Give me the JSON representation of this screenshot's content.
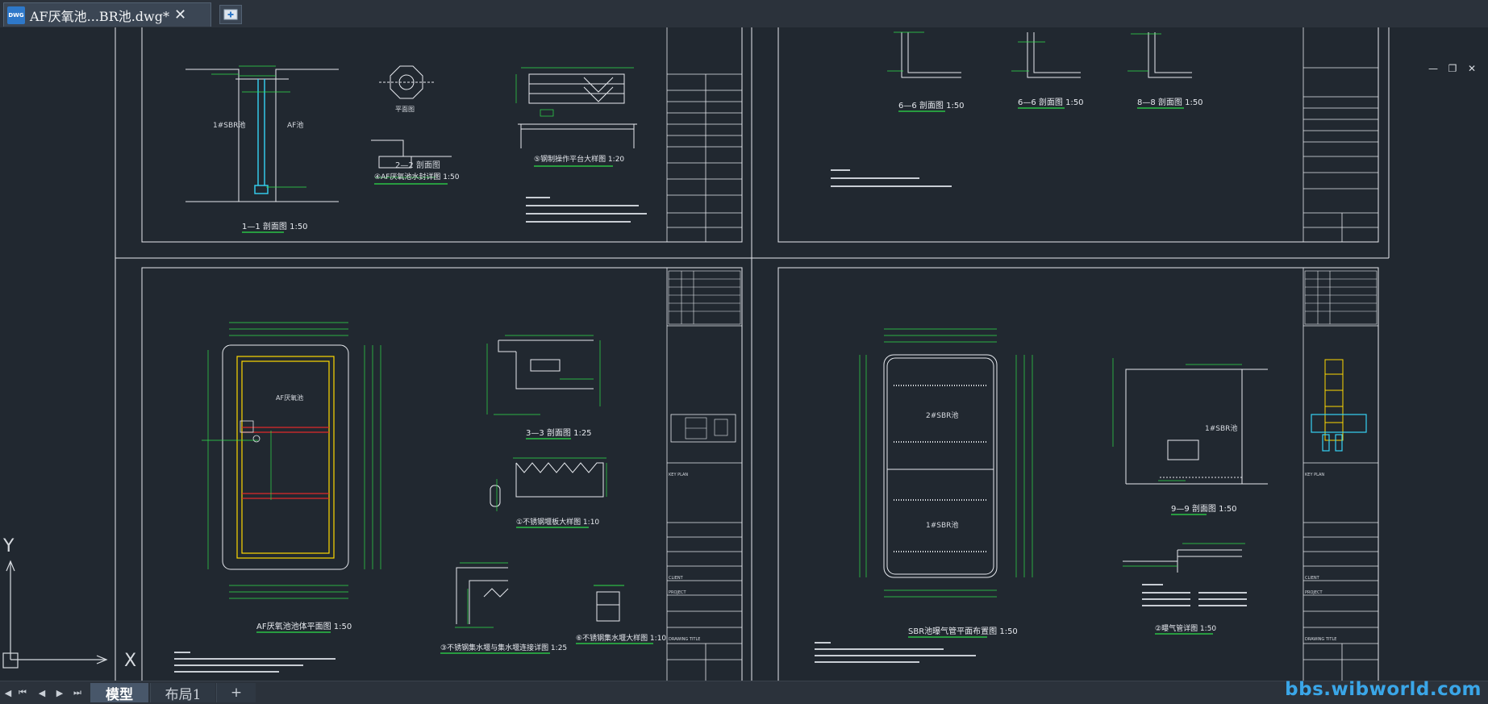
{
  "tab": {
    "icon_label": "DWG",
    "title": "AF厌氧池...BR池.dwg*",
    "close_symbol": "✕"
  },
  "window_controls": {
    "minimize": "—",
    "restore": "❐",
    "close": "✕"
  },
  "ucs": {
    "x_label": "X",
    "y_label": "Y"
  },
  "layout_tabs": [
    {
      "label": "模型",
      "active": true
    },
    {
      "label": "布局1",
      "active": false
    }
  ],
  "add_layout_symbol": "+",
  "nav": {
    "first": "⏮",
    "prev": "◀",
    "next": "▶",
    "last": "⏭",
    "left_arrow": "◀"
  },
  "watermark": "bbs.wibworld.com",
  "drawing_titles": {
    "sec_1_1": "1—1 剖面图 1:50",
    "sec_2_2": "2—2 剖面图",
    "detail_4": "④AF厌氧池水封详图 1:50",
    "detail_5": "⑤钢制操作平台大样图 1:20",
    "sec_6_6a": "6—6 剖面图 1:50",
    "sec_6_6b": "6—6 剖面图 1:50",
    "sec_8_8": "8—8 剖面图 1:50",
    "sec_3_3": "3—3 剖面图 1:25",
    "detail_1": "①不锈钢堰板大样图 1:10",
    "detail_3": "③不锈钢集水堰与集水堰连接详图 1:25",
    "detail_6": "⑥不锈钢集水堰大样图 1:10",
    "plan_af": "AF厌氧池池体平面图 1:50",
    "plan_sbr": "SBR池曝气管平面布置图 1:50",
    "sec_9_9": "9—9 剖面图 1:50",
    "detail_2": "②曝气管详图 1:50",
    "top_view": "平面图"
  },
  "drawing_labels": {
    "sbr1": "1#SBR池",
    "af_pool": "AF池",
    "af_pool_plan": "AF厌氧池",
    "sbr2": "2#SBR池",
    "sbr1_plan": "1#SBR池"
  },
  "titleblock": {
    "key_plan": "KEY PLAN",
    "drawing_name": "DRAWING TITLE",
    "project": "PROJECT",
    "client": "CLIENT"
  },
  "colors": {
    "background": "#212830",
    "frame": "#e6e9ee",
    "dimension": "#2ee04a",
    "accent_yellow": "#ffd800",
    "accent_cyan": "#36d3f5",
    "accent_red": "#e02a2a",
    "watermark": "#3aa6e8"
  }
}
